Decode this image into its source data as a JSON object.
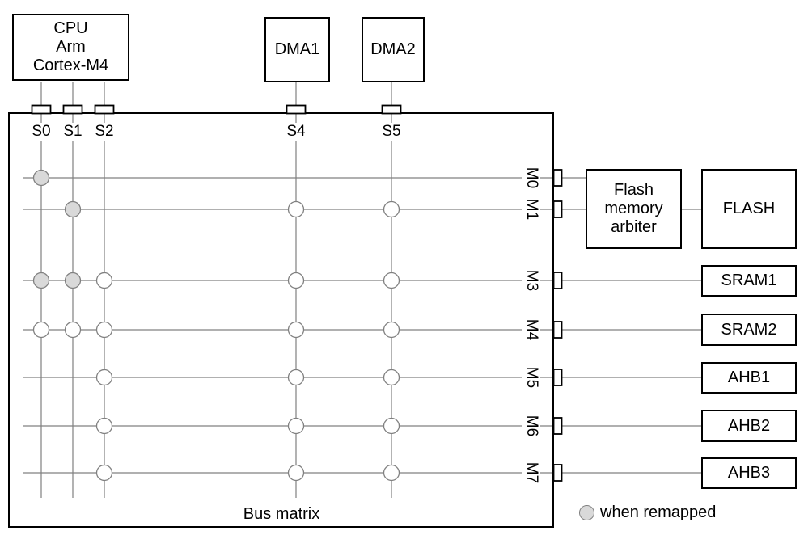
{
  "colors": {
    "line_gray": "#808080",
    "dot_fill_default": "#ffffff",
    "dot_fill_remapped": "#d9d9d9",
    "dot_stroke": "#808080",
    "border_black": "#000000"
  },
  "masters": {
    "cpu": {
      "lines": [
        "CPU",
        "Arm",
        "Cortex-M4"
      ],
      "ports": [
        "S0",
        "S1",
        "S2"
      ]
    },
    "dma1": {
      "label": "DMA1",
      "port": "S4"
    },
    "dma2": {
      "label": "DMA2",
      "port": "S5"
    }
  },
  "matrix": {
    "label": "Bus matrix",
    "columns": [
      "S0",
      "S1",
      "S2",
      "S4",
      "S5"
    ],
    "rows": [
      {
        "id": "M0",
        "target": "flash_arbiter",
        "dots": [
          {
            "col": "S0",
            "remapped": true
          }
        ]
      },
      {
        "id": "M1",
        "target": "flash_arbiter",
        "dots": [
          {
            "col": "S1",
            "remapped": true
          },
          {
            "col": "S4",
            "remapped": false
          },
          {
            "col": "S5",
            "remapped": false
          }
        ]
      },
      {
        "id": "M3",
        "target": "sram1",
        "dots": [
          {
            "col": "S0",
            "remapped": true
          },
          {
            "col": "S1",
            "remapped": true
          },
          {
            "col": "S2",
            "remapped": false
          },
          {
            "col": "S4",
            "remapped": false
          },
          {
            "col": "S5",
            "remapped": false
          }
        ]
      },
      {
        "id": "M4",
        "target": "sram2",
        "dots": [
          {
            "col": "S0",
            "remapped": false
          },
          {
            "col": "S1",
            "remapped": false
          },
          {
            "col": "S2",
            "remapped": false
          },
          {
            "col": "S4",
            "remapped": false
          },
          {
            "col": "S5",
            "remapped": false
          }
        ]
      },
      {
        "id": "M5",
        "target": "ahb1",
        "dots": [
          {
            "col": "S2",
            "remapped": false
          },
          {
            "col": "S4",
            "remapped": false
          },
          {
            "col": "S5",
            "remapped": false
          }
        ]
      },
      {
        "id": "M6",
        "target": "ahb2",
        "dots": [
          {
            "col": "S2",
            "remapped": false
          },
          {
            "col": "S4",
            "remapped": false
          },
          {
            "col": "S5",
            "remapped": false
          }
        ]
      },
      {
        "id": "M7",
        "target": "ahb3",
        "dots": [
          {
            "col": "S2",
            "remapped": false
          },
          {
            "col": "S4",
            "remapped": false
          },
          {
            "col": "S5",
            "remapped": false
          }
        ]
      }
    ]
  },
  "slaves": {
    "flash_arbiter": {
      "lines": [
        "Flash",
        "memory",
        "arbiter"
      ]
    },
    "flash": {
      "label": "FLASH"
    },
    "sram1": {
      "label": "SRAM1"
    },
    "sram2": {
      "label": "SRAM2"
    },
    "ahb1": {
      "label": "AHB1"
    },
    "ahb2": {
      "label": "AHB2"
    },
    "ahb3": {
      "label": "AHB3"
    }
  },
  "legend": {
    "label": "when remapped"
  }
}
